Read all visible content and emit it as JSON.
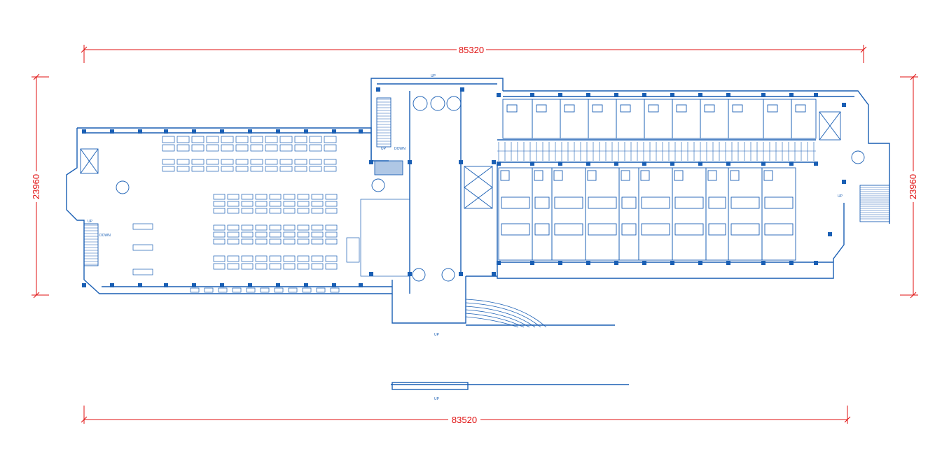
{
  "colors": {
    "dimension": "#e01010",
    "linework": "#1a5fb4",
    "background": "#ffffff"
  },
  "dimensions": {
    "top_width": "85320",
    "bottom_width": "83520",
    "left_height": "23960",
    "right_height": "23960"
  },
  "labels": {
    "up": "UP",
    "down": "DOWN"
  }
}
